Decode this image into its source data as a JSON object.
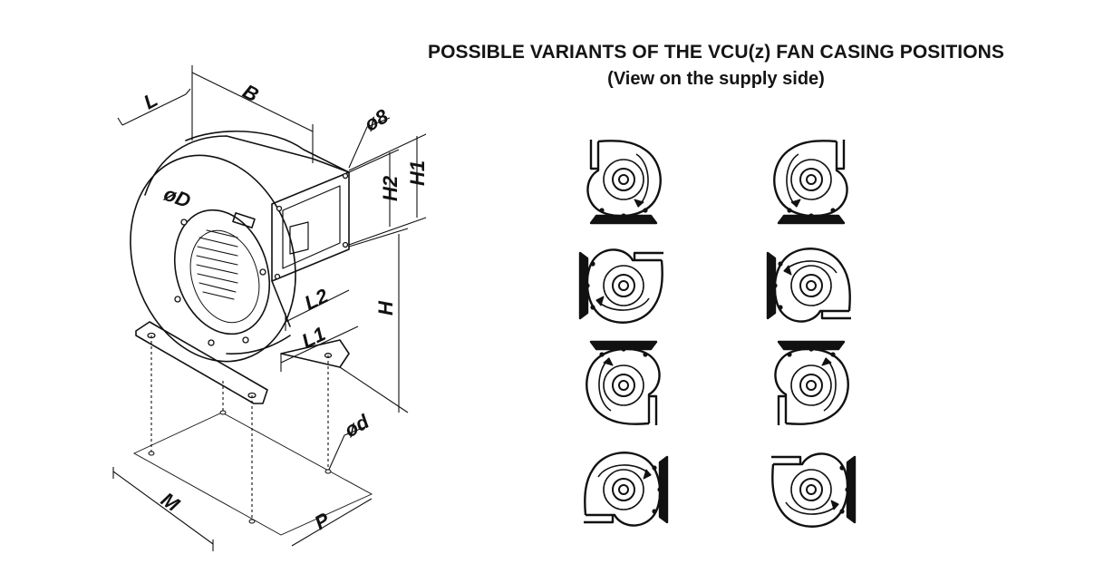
{
  "header": {
    "title": "POSSIBLE VARIANTS OF THE VCU(z) FAN CASING POSITIONS",
    "subtitle": "(View on the supply side)"
  },
  "dimensions": {
    "L": "L",
    "B": "B",
    "phi8": "ø8",
    "H1": "H1",
    "H2": "H2",
    "D": "øD",
    "L2": "L2",
    "L1": "L1",
    "H": "H",
    "d": "ød",
    "M": "M",
    "P": "P"
  },
  "variants": [
    {
      "flip": false,
      "rot": 0,
      "dir": "ccw"
    },
    {
      "flip": true,
      "rot": 0,
      "dir": "cw"
    },
    {
      "flip": false,
      "rot": 90,
      "dir": "ccw"
    },
    {
      "flip": true,
      "rot": 90,
      "dir": "cw"
    },
    {
      "flip": false,
      "rot": 180,
      "dir": "ccw"
    },
    {
      "flip": true,
      "rot": 180,
      "dir": "cw"
    },
    {
      "flip": false,
      "rot": 270,
      "dir": "ccw"
    },
    {
      "flip": true,
      "rot": 270,
      "dir": "cw"
    }
  ]
}
